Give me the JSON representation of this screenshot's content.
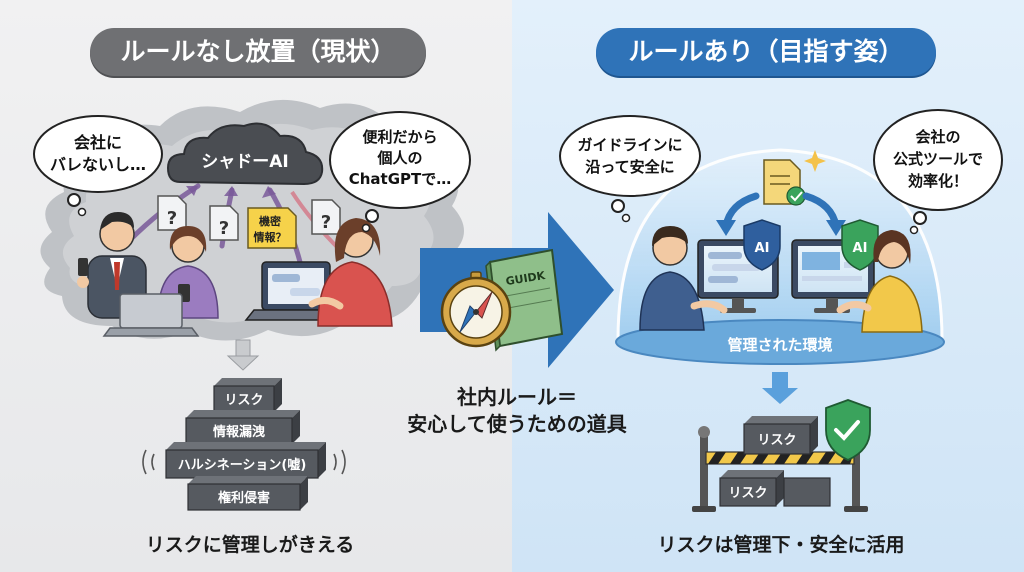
{
  "left": {
    "title": "ルールなし放置（現状）",
    "bubble_1": [
      "会社に",
      "バレないし…"
    ],
    "bubble_2": [
      "便利だから",
      "個人の",
      "ChatGPTで…"
    ],
    "cloud_label": "シャドーAI",
    "confidential_note": [
      "機密",
      "情報？"
    ],
    "question_mark": "?",
    "risk_blocks": [
      "リスク",
      "情報漏洩",
      "ハルシネーション(嘘)",
      "権利侵害"
    ],
    "caption": "リスクに管理しがきえる"
  },
  "center": {
    "book_label": "GUIDK",
    "text_line_1": "社内ルール＝",
    "text_line_2": "安心して使うための道具"
  },
  "right": {
    "title": "ルールあり（目指す姿）",
    "bubble_1": [
      "ガイドラインに",
      "沿って安全に"
    ],
    "bubble_2": [
      "会社の",
      "公式ツールで",
      "効率化！"
    ],
    "shield_label": "AI",
    "dome_label": "管理された環境",
    "barrier_blocks": [
      "リスク",
      "リスク"
    ],
    "caption": "リスクは管理下・安全に活用"
  },
  "colors": {
    "left_pill": "#6f7073",
    "right_pill": "#2f73b8",
    "center_arrow": "#2f73b8",
    "shield_green": "#3aa35c"
  },
  "icons": [
    "compass-icon",
    "guide-book-icon",
    "document-check-icon",
    "shield-check-icon",
    "ai-shield-icon",
    "cloud-icon",
    "laptop-icon"
  ]
}
